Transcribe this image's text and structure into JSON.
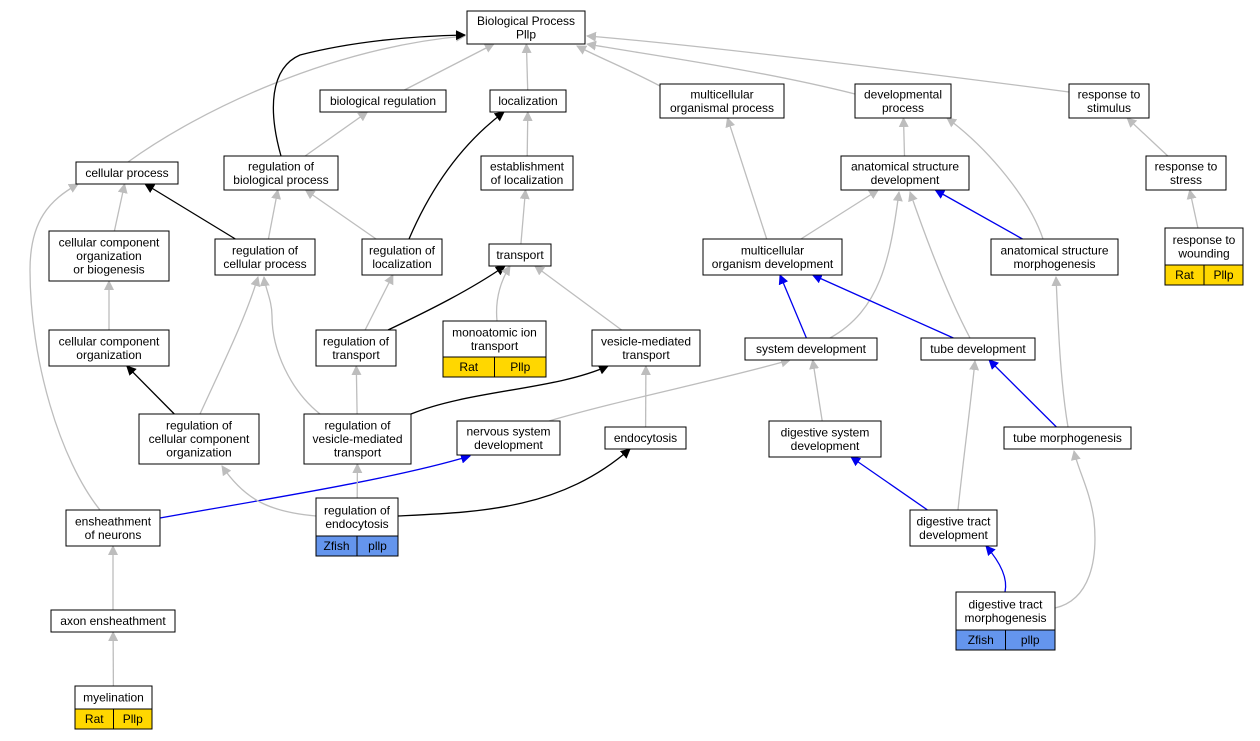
{
  "colors": {
    "gray": "#bdbdbd",
    "black": "#000000",
    "blue": "#0000ee",
    "rat_badge": "#ffd700",
    "zfish_badge": "#6495ed"
  },
  "nodes": [
    {
      "id": "bp",
      "lines": [
        "Biological Process",
        "Pllp"
      ]
    },
    {
      "id": "bioreg",
      "lines": [
        "biological regulation"
      ]
    },
    {
      "id": "loc",
      "lines": [
        "localization"
      ]
    },
    {
      "id": "mcop",
      "lines": [
        "multicellular",
        "organismal process"
      ]
    },
    {
      "id": "devproc",
      "lines": [
        "developmental",
        "process"
      ]
    },
    {
      "id": "respstim",
      "lines": [
        "response to",
        "stimulus"
      ]
    },
    {
      "id": "cellproc",
      "lines": [
        "cellular process"
      ]
    },
    {
      "id": "regbio",
      "lines": [
        "regulation of",
        "biological process"
      ]
    },
    {
      "id": "estloc",
      "lines": [
        "establishment",
        "of localization"
      ]
    },
    {
      "id": "asd",
      "lines": [
        "anatomical structure",
        "development"
      ]
    },
    {
      "id": "respstress",
      "lines": [
        "response to",
        "stress"
      ]
    },
    {
      "id": "ccob",
      "lines": [
        "cellular component",
        "organization",
        "or biogenesis"
      ]
    },
    {
      "id": "regcell",
      "lines": [
        "regulation of",
        "cellular process"
      ]
    },
    {
      "id": "regloc",
      "lines": [
        "regulation of",
        "localization"
      ]
    },
    {
      "id": "transport",
      "lines": [
        "transport"
      ]
    },
    {
      "id": "mcod",
      "lines": [
        "multicellular",
        "organism development"
      ]
    },
    {
      "id": "asm",
      "lines": [
        "anatomical structure",
        "morphogenesis"
      ]
    },
    {
      "id": "respwound",
      "lines": [
        "response to",
        "wounding"
      ],
      "badges": [
        "Rat",
        "Pllp"
      ],
      "badge_color": "rat"
    },
    {
      "id": "cco",
      "lines": [
        "cellular component",
        "organization"
      ]
    },
    {
      "id": "regtrans",
      "lines": [
        "regulation of",
        "transport"
      ]
    },
    {
      "id": "monoion",
      "lines": [
        "monoatomic ion",
        "transport"
      ],
      "badges": [
        "Rat",
        "Pllp"
      ],
      "badge_color": "rat"
    },
    {
      "id": "vesmed",
      "lines": [
        "vesicle-mediated",
        "transport"
      ]
    },
    {
      "id": "sysdev",
      "lines": [
        "system development"
      ]
    },
    {
      "id": "tubedev",
      "lines": [
        "tube development"
      ]
    },
    {
      "id": "regcco",
      "lines": [
        "regulation of",
        "cellular component",
        "organization"
      ]
    },
    {
      "id": "regvmt",
      "lines": [
        "regulation of",
        "vesicle-mediated",
        "transport"
      ]
    },
    {
      "id": "nsd",
      "lines": [
        "nervous system",
        "development"
      ]
    },
    {
      "id": "endocyt",
      "lines": [
        "endocytosis"
      ]
    },
    {
      "id": "digsys",
      "lines": [
        "digestive system",
        "development"
      ]
    },
    {
      "id": "tubemorph",
      "lines": [
        "tube morphogenesis"
      ]
    },
    {
      "id": "ensheath",
      "lines": [
        "ensheathment",
        "of neurons"
      ]
    },
    {
      "id": "regendo",
      "lines": [
        "regulation of",
        "endocytosis"
      ],
      "badges": [
        "Zfish",
        "pllp"
      ],
      "badge_color": "zfish"
    },
    {
      "id": "digtract",
      "lines": [
        "digestive tract",
        "development"
      ]
    },
    {
      "id": "axonens",
      "lines": [
        "axon ensheathment"
      ]
    },
    {
      "id": "digtractmorph",
      "lines": [
        "digestive tract",
        "morphogenesis"
      ],
      "badges": [
        "Zfish",
        "pllp"
      ],
      "badge_color": "zfish"
    },
    {
      "id": "myelin",
      "lines": [
        "myelination"
      ],
      "badges": [
        "Rat",
        "Pllp"
      ],
      "badge_color": "rat"
    }
  ],
  "edges": [
    {
      "from": "bioreg",
      "to": "bp",
      "color": "gray"
    },
    {
      "from": "loc",
      "to": "bp",
      "color": "gray"
    },
    {
      "from": "mcop",
      "to": "bp",
      "color": "gray"
    },
    {
      "from": "devproc",
      "to": "bp",
      "color": "gray"
    },
    {
      "from": "respstim",
      "to": "bp",
      "color": "gray"
    },
    {
      "from": "cellproc",
      "to": "bp",
      "color": "gray"
    },
    {
      "from": "regbio",
      "to": "bp",
      "color": "black"
    },
    {
      "from": "regbio",
      "to": "bioreg",
      "color": "gray"
    },
    {
      "from": "estloc",
      "to": "loc",
      "color": "gray"
    },
    {
      "from": "asd",
      "to": "devproc",
      "color": "gray"
    },
    {
      "from": "respstress",
      "to": "respstim",
      "color": "gray"
    },
    {
      "from": "ccob",
      "to": "cellproc",
      "color": "gray"
    },
    {
      "from": "regcell",
      "to": "cellproc",
      "color": "black"
    },
    {
      "from": "regcell",
      "to": "regbio",
      "color": "gray"
    },
    {
      "from": "regloc",
      "to": "regbio",
      "color": "gray"
    },
    {
      "from": "regloc",
      "to": "loc",
      "color": "black"
    },
    {
      "from": "transport",
      "to": "estloc",
      "color": "gray"
    },
    {
      "from": "mcod",
      "to": "mcop",
      "color": "gray"
    },
    {
      "from": "mcod",
      "to": "asd",
      "color": "gray"
    },
    {
      "from": "asm",
      "to": "asd",
      "color": "blue"
    },
    {
      "from": "asm",
      "to": "devproc",
      "color": "gray"
    },
    {
      "from": "respwound",
      "to": "respstress",
      "color": "gray"
    },
    {
      "from": "cco",
      "to": "ccob",
      "color": "gray"
    },
    {
      "from": "regtrans",
      "to": "regloc",
      "color": "gray"
    },
    {
      "from": "regtrans",
      "to": "transport",
      "color": "black"
    },
    {
      "from": "monoion",
      "to": "transport",
      "color": "gray"
    },
    {
      "from": "vesmed",
      "to": "transport",
      "color": "gray"
    },
    {
      "from": "sysdev",
      "to": "mcod",
      "color": "blue"
    },
    {
      "from": "sysdev",
      "to": "asd",
      "color": "gray"
    },
    {
      "from": "tubedev",
      "to": "mcod",
      "color": "blue"
    },
    {
      "from": "tubedev",
      "to": "asd",
      "color": "gray"
    },
    {
      "from": "regcco",
      "to": "cco",
      "color": "black"
    },
    {
      "from": "regcco",
      "to": "regcell",
      "color": "gray"
    },
    {
      "from": "regvmt",
      "to": "regtrans",
      "color": "gray"
    },
    {
      "from": "regvmt",
      "to": "vesmed",
      "color": "black"
    },
    {
      "from": "regvmt",
      "to": "regcell",
      "color": "gray"
    },
    {
      "from": "nsd",
      "to": "sysdev",
      "color": "gray"
    },
    {
      "from": "endocyt",
      "to": "vesmed",
      "color": "gray"
    },
    {
      "from": "digsys",
      "to": "sysdev",
      "color": "gray"
    },
    {
      "from": "tubemorph",
      "to": "tubedev",
      "color": "blue"
    },
    {
      "from": "tubemorph",
      "to": "asm",
      "color": "gray"
    },
    {
      "from": "ensheath",
      "to": "nsd",
      "color": "blue"
    },
    {
      "from": "ensheath",
      "to": "cellproc",
      "color": "gray"
    },
    {
      "from": "regendo",
      "to": "regvmt",
      "color": "gray"
    },
    {
      "from": "regendo",
      "to": "endocyt",
      "color": "black"
    },
    {
      "from": "regendo",
      "to": "regcco",
      "color": "gray"
    },
    {
      "from": "digtract",
      "to": "digsys",
      "color": "blue"
    },
    {
      "from": "digtract",
      "to": "tubedev",
      "color": "gray"
    },
    {
      "from": "axonens",
      "to": "ensheath",
      "color": "gray"
    },
    {
      "from": "digtractmorph",
      "to": "digtract",
      "color": "blue"
    },
    {
      "from": "digtractmorph",
      "to": "tubemorph",
      "color": "gray"
    },
    {
      "from": "myelin",
      "to": "axonens",
      "color": "gray"
    }
  ]
}
